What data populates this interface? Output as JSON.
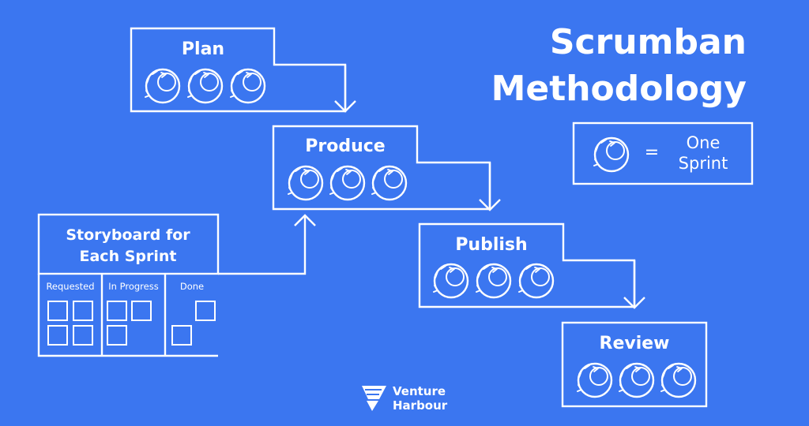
{
  "title": {
    "line1": "Scrumban",
    "line2": "Methodology"
  },
  "legend": {
    "equals": "=",
    "label_line1": "One",
    "label_line2": "Sprint",
    "icon": "sprint-cycle-icon"
  },
  "stages": [
    {
      "key": "plan",
      "label": "Plan",
      "sprints": 3
    },
    {
      "key": "produce",
      "label": "Produce",
      "sprints": 3
    },
    {
      "key": "publish",
      "label": "Publish",
      "sprints": 3
    },
    {
      "key": "review",
      "label": "Review",
      "sprints": 3
    }
  ],
  "storyboard": {
    "title_line1": "Storyboard for",
    "title_line2": "Each Sprint",
    "columns": [
      {
        "label": "Requested",
        "cards": 4
      },
      {
        "label": "In Progress",
        "cards": 3
      },
      {
        "label": "Done",
        "cards": 2
      }
    ]
  },
  "logo": {
    "line1": "Venture",
    "line2": "Harbour"
  },
  "colors": {
    "background": "#3b76f0",
    "foreground": "#ffffff"
  }
}
